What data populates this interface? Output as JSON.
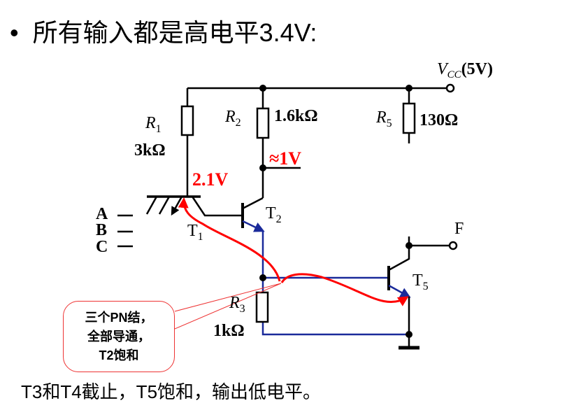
{
  "slide": {
    "title_bullet": "•",
    "title": "所有输入都是高电平3.4V:",
    "conclusion": "T3和T4截止，T5饱和，输出低电平。"
  },
  "circuit": {
    "vcc": "V",
    "vcc_sub": "CC",
    "vcc_value": "(5V)",
    "r1": {
      "name": "R",
      "sub": "1",
      "value": "3kΩ"
    },
    "r2": {
      "name": "R",
      "sub": "2",
      "value": "1.6kΩ"
    },
    "r3": {
      "name": "R",
      "sub": "3",
      "value": "1kΩ"
    },
    "r5": {
      "name": "R",
      "sub": "5",
      "value": "130Ω"
    },
    "t1": {
      "name": "T",
      "sub": "1"
    },
    "t2": {
      "name": "T",
      "sub": "2"
    },
    "t5": {
      "name": "T",
      "sub": "5"
    },
    "inputs": [
      "A",
      "B",
      "C"
    ],
    "output": "F",
    "annotations": {
      "t1_base_voltage": "2.1V",
      "t2_collector_voltage": "≈1V"
    },
    "colors": {
      "wire": "#000000",
      "wire_blue": "#1a2a9a",
      "annotation": "#ff0000"
    }
  },
  "callout": {
    "lines": [
      "三个PN结，",
      "全部导通，",
      "T2饱和"
    ]
  }
}
